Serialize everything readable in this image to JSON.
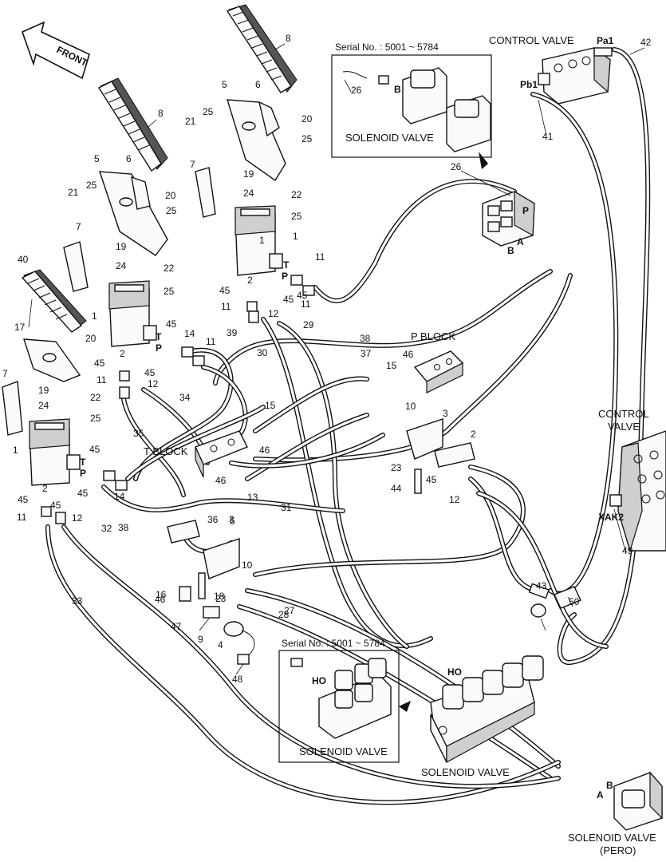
{
  "arrow": {
    "front": "FRONT"
  },
  "headings": {
    "control_valve_top": "CONTROL VALVE",
    "control_valve_right_1": "CONTROL",
    "control_valve_right_2": "VALVE",
    "p_block": "P BLOCK",
    "t_block": "T BLOCK",
    "solenoid_valve_bottom": "SOLENOID VALVE",
    "solenoid_valve_pero_1": "SOLENOID VALVE",
    "solenoid_valve_pero_2": "(PERO)"
  },
  "insets": {
    "top": {
      "serial": "Serial No. : 5001 ~ 5784",
      "caption": "SOLENOID VALVE"
    },
    "bottom": {
      "serial": "Serial No. : 5001 ~ 5784",
      "caption": "SOLENOID VALVE"
    }
  },
  "port_labels": [
    "Pa1",
    "Pb1",
    "T",
    "P",
    "T",
    "P",
    "T",
    "P",
    "A",
    "B",
    "B",
    "A",
    "B",
    "HO",
    "HO",
    "XAK2",
    "P"
  ],
  "part_numbers": [
    "1",
    "1",
    "1",
    "1",
    "2",
    "2",
    "2",
    "2",
    "3",
    "3",
    "4",
    "5",
    "5",
    "5",
    "6",
    "6",
    "7",
    "7",
    "7",
    "8",
    "8",
    "9",
    "10",
    "10",
    "11",
    "11",
    "11",
    "11",
    "11",
    "11",
    "12",
    "12",
    "12",
    "12",
    "13",
    "14",
    "14",
    "15",
    "15",
    "16",
    "17",
    "18",
    "19",
    "19",
    "19",
    "20",
    "20",
    "20",
    "21",
    "21",
    "22",
    "22",
    "22",
    "23",
    "23",
    "24",
    "24",
    "24",
    "25",
    "25",
    "25",
    "25",
    "25",
    "25",
    "25",
    "26",
    "26",
    "27",
    "28",
    "29",
    "30",
    "31",
    "32",
    "33",
    "34",
    "35",
    "36",
    "37",
    "38",
    "38",
    "39",
    "40",
    "41",
    "42",
    "43",
    "44",
    "45",
    "45",
    "45",
    "45",
    "45",
    "45",
    "45",
    "45",
    "45",
    "45",
    "45",
    "46",
    "46",
    "46",
    "46",
    "47",
    "48",
    "49",
    "50"
  ]
}
